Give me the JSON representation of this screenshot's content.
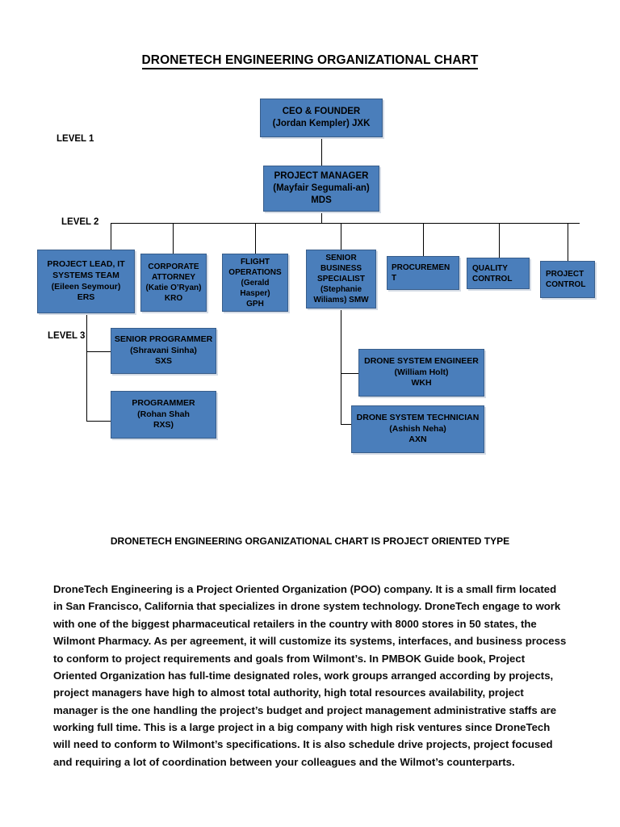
{
  "document": {
    "title": "DRONETECH ENGINEERING ORGANIZATIONAL CHART",
    "subtitle": "DRONETECH ENGINEERING ORGANIZATIONAL CHART IS PROJECT ORIENTED TYPE",
    "body": "DroneTech Engineering  is a Project Oriented Organization (POO) company. It is a small firm located in San Francisco, California that specializes in drone system technology. DroneTech engage to work with one of the biggest pharmaceutical retailers in the country with 8000 stores in 50 states, the Wilmont Pharmacy. As per agreement, it will customize its systems, interfaces, and business process to conform to project requirements and goals from Wilmont’s. In PMBOK Guide book, Project Oriented Organization has full-time designated roles, work groups arranged according by projects, project managers have high to almost total authority, high total resources availability, project manager is the one handling the project’s budget and project management administrative staffs are working full time. This is a large project in a big company with high risk ventures since DroneTech will need to conform to Wilmont’s specifications. It is also schedule drive projects,  project focused and requiring a lot of coordination between your colleagues and the Wilmot’s counterparts."
  },
  "colors": {
    "node_fill": "#4a7ebb",
    "node_border": "#385d8a",
    "node_shadow": "#d5dce6",
    "connector": "#000000",
    "text": "#000000"
  },
  "levels": [
    {
      "label": "LEVEL 1"
    },
    {
      "label": "LEVEL 2"
    },
    {
      "label": "LEVEL 3"
    }
  ],
  "nodes": {
    "ceo": {
      "lines": [
        "CEO & FOUNDER",
        "(Jordan Kempler) JXK"
      ],
      "bold": [
        true,
        true
      ],
      "font_size": 11.5
    },
    "project_manager": {
      "lines": [
        "PROJECT MANAGER",
        "(Mayfair Segumali-an)",
        "MDS"
      ],
      "bold": [
        true,
        true,
        true
      ],
      "font_size": 11.5
    },
    "project_lead_it": {
      "lines": [
        "PROJECT LEAD, IT",
        "SYSTEMS TEAM",
        "(Eileen Seymour)",
        "ERS"
      ],
      "bold": [
        true,
        true,
        true,
        true
      ],
      "font_size": 10.5
    },
    "corporate_attorney": {
      "lines": [
        "CORPORATE",
        "ATTORNEY",
        "(Katie O’Ryan)",
        "KRO"
      ],
      "bold": [
        true,
        true,
        true,
        true
      ],
      "font_size": 10
    },
    "flight_operations": {
      "lines": [
        "FLIGHT",
        "OPERATIONS",
        "(Gerald Hasper)",
        "GPH"
      ],
      "bold": [
        true,
        true,
        true,
        true
      ],
      "font_size": 10
    },
    "senior_business_specialist": {
      "lines": [
        "SENIOR",
        "BUSINESS",
        "SPECIALIST",
        "(Stephanie",
        "Wiliams) SMW"
      ],
      "bold": [
        true,
        true,
        true,
        true,
        true
      ],
      "font_size": 10
    },
    "procurement": {
      "lines": [
        "PROCUREMEN",
        "T"
      ],
      "bold": [
        true,
        true
      ],
      "font_size": 10,
      "align": "left"
    },
    "quality_control": {
      "lines": [
        "QUALITY",
        "CONTROL"
      ],
      "bold": [
        true,
        true
      ],
      "font_size": 10,
      "align": "left"
    },
    "project_control": {
      "lines": [
        "PROJECT",
        "CONTROL"
      ],
      "bold": [
        true,
        true
      ],
      "font_size": 10,
      "align": "left"
    },
    "senior_programmer": {
      "lines": [
        "SENIOR PROGRAMMER",
        "(Shravani Sinha)",
        "SXS"
      ],
      "bold": [
        true,
        true,
        true
      ],
      "font_size": 10.5
    },
    "programmer": {
      "lines": [
        "PROGRAMMER",
        "(Rohan Shah",
        "RXS)"
      ],
      "bold": [
        true,
        true,
        true
      ],
      "font_size": 10.5
    },
    "drone_system_engineer": {
      "lines": [
        "DRONE SYSTEM ENGINEER",
        "(William Holt)",
        "WKH"
      ],
      "bold": [
        true,
        true,
        true
      ],
      "font_size": 10.5
    },
    "drone_system_technician": {
      "lines": [
        "DRONE SYSTEM TECHNICIAN",
        "(Ashish Neha)",
        "AXN"
      ],
      "bold": [
        true,
        true,
        true
      ],
      "font_size": 10.5
    }
  },
  "chart_data": {
    "type": "diagram",
    "title": "DRONETECH ENGINEERING ORGANIZATIONAL CHART",
    "structure": "hierarchy",
    "level_labels": [
      "LEVEL 1",
      "LEVEL 2",
      "LEVEL 3"
    ],
    "hierarchy": [
      {
        "id": "ceo",
        "level": 1,
        "role": "CEO & FOUNDER",
        "person": "Jordan Kempler",
        "code": "JXK",
        "children": [
          {
            "id": "project_manager",
            "level": 1,
            "role": "PROJECT MANAGER",
            "person": "Mayfair Segumali-an",
            "code": "MDS",
            "children": [
              {
                "id": "project_lead_it",
                "level": 2,
                "role": "PROJECT LEAD, IT SYSTEMS TEAM",
                "person": "Eileen Seymour",
                "code": "ERS",
                "children": [
                  {
                    "id": "senior_programmer",
                    "level": 3,
                    "role": "SENIOR PROGRAMMER",
                    "person": "Shravani Sinha",
                    "code": "SXS",
                    "children": []
                  },
                  {
                    "id": "programmer",
                    "level": 3,
                    "role": "PROGRAMMER",
                    "person": "Rohan Shah",
                    "code": "RXS",
                    "children": []
                  }
                ]
              },
              {
                "id": "corporate_attorney",
                "level": 2,
                "role": "CORPORATE ATTORNEY",
                "person": "Katie O’Ryan",
                "code": "KRO",
                "children": []
              },
              {
                "id": "flight_operations",
                "level": 2,
                "role": "FLIGHT OPERATIONS",
                "person": "Gerald Hasper",
                "code": "GPH",
                "children": []
              },
              {
                "id": "senior_business_specialist",
                "level": 2,
                "role": "SENIOR BUSINESS SPECIALIST",
                "person": "Stephanie Wiliams",
                "code": "SMW",
                "children": [
                  {
                    "id": "drone_system_engineer",
                    "level": 3,
                    "role": "DRONE SYSTEM ENGINEER",
                    "person": "William Holt",
                    "code": "WKH",
                    "children": []
                  },
                  {
                    "id": "drone_system_technician",
                    "level": 3,
                    "role": "DRONE SYSTEM TECHNICIAN",
                    "person": "Ashish Neha",
                    "code": "AXN",
                    "children": []
                  }
                ]
              },
              {
                "id": "procurement",
                "level": 2,
                "role": "PROCUREMENT",
                "person": "",
                "code": "",
                "children": []
              },
              {
                "id": "quality_control",
                "level": 2,
                "role": "QUALITY CONTROL",
                "person": "",
                "code": "",
                "children": []
              },
              {
                "id": "project_control",
                "level": 2,
                "role": "PROJECT CONTROL",
                "person": "",
                "code": "",
                "children": []
              }
            ]
          }
        ]
      }
    ]
  }
}
